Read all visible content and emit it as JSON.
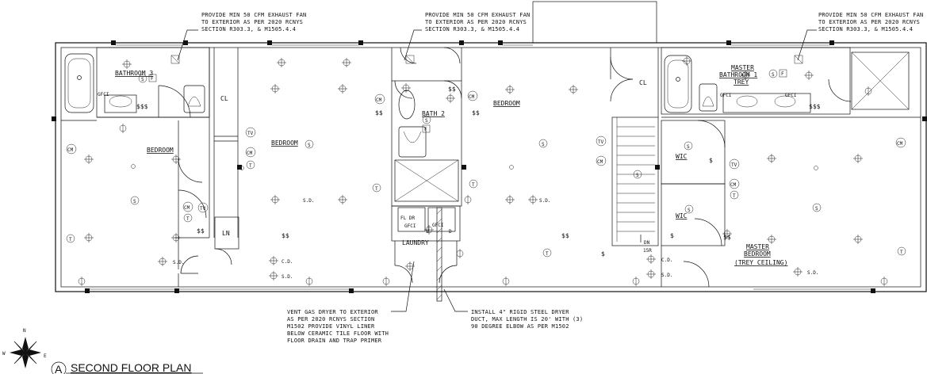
{
  "notes": {
    "exhaust_left": [
      "PROVIDE MIN 50 CFM EXHAUST FAN",
      "TO EXTERIOR AS PER 2020 RCNYS",
      "SECTION R303.3, & M1505.4.4"
    ],
    "exhaust_center": [
      "PROVIDE MIN 50 CFM EXHAUST FAN",
      "TO EXTERIOR AS PER 2020 RCNYS",
      "SECTION R303.3, & M1505.4.4"
    ],
    "exhaust_right": [
      "PROVIDE MIN 50 CFM EXHAUST FAN",
      "TO EXTERIOR AS PER 2020 RCNYS",
      "SECTION R303.3, & M1505.4.4"
    ],
    "vent_dryer": [
      "VENT GAS DRYER TO EXTERIOR",
      "AS PER 2020 RCNYS SECTION",
      "M1502 PROVIDE VINYL LINER",
      "BELOW CERAMIC TILE FLOOR WITH",
      "FLOOR DRAIN AND TRAP PRIMER"
    ],
    "dryer_duct": [
      "INSTALL 4\" RIGID STEEL DRYER",
      "DUCT, MAX LENGTH IS 20' WITH (3)",
      "90 DEGREE ELBOW AS PER M1502"
    ]
  },
  "rooms": {
    "bathroom3": "BATHROOM 3",
    "bedroom_far_left": "BEDROOM",
    "bedroom_left": "BEDROOM",
    "bath2": "BATH 2",
    "bedroom_center": "BEDROOM",
    "master_bath_l1": "MASTER",
    "master_bath_l2": "BATHROOM 1",
    "master_bath_l3": "TREY",
    "wic_upper": "WIC",
    "wic_lower": "WIC",
    "master_bed_l1": "MASTER",
    "master_bed_l2": "BEDROOM",
    "master_bed_l3": "(TREY CEILING)",
    "laundry": "LAUNDRY",
    "cl_left": "CL",
    "cl_right": "CL",
    "ln": "LN",
    "fl_dr": "FL DR",
    "w": "W",
    "d": "D"
  },
  "symbols": {
    "s": "S",
    "f": "F",
    "sd": "S.D.",
    "cd": "C.D.",
    "t": "T",
    "tv": "TV",
    "cm": "CM",
    "gfci": "GFCI",
    "dollar2": "$$",
    "dollar3": "$$$",
    "dollar1": "$",
    "dn": "DN",
    "risers": "15R"
  },
  "compass": {
    "n": "N",
    "e": "E",
    "w": "W"
  },
  "title": {
    "marker": "A",
    "text": "SECOND FLOOR PLAN"
  }
}
